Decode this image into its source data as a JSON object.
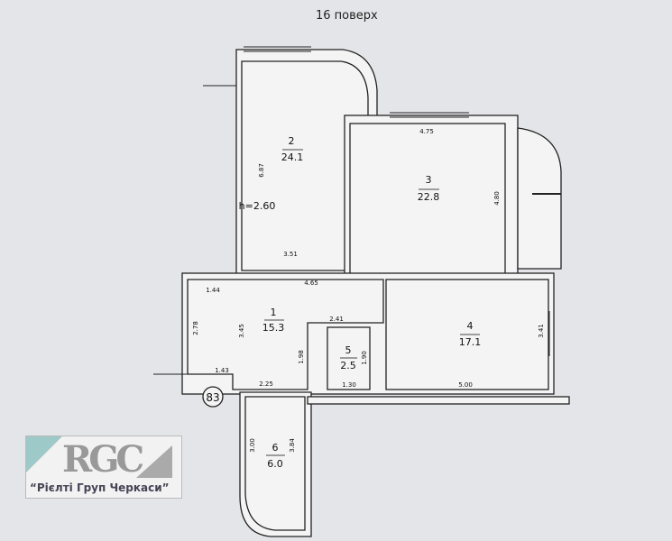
{
  "floor_title": "16 поверх",
  "apartment_number": "83",
  "ceiling_height": "h=2.60",
  "rooms": [
    {
      "number": "1",
      "area": "15.3"
    },
    {
      "number": "2",
      "area": "24.1"
    },
    {
      "number": "3",
      "area": "22.8"
    },
    {
      "number": "4",
      "area": "17.1"
    },
    {
      "number": "5",
      "area": "2.5"
    },
    {
      "number": "6",
      "area": "6.0"
    }
  ],
  "dimensions": {
    "r2_height": "6.87",
    "r2_width": "3.51",
    "r3_width": "4.75",
    "r3_height": "4.80",
    "r1_top": "4.65",
    "r1_left_top": "1.44",
    "r1_left": "2.78",
    "r1_inner": "3.45",
    "r1_corridor": "2.41",
    "r1_corridor_h": "1.98",
    "r1_bottom_left": "1.43",
    "r1_bottom": "2.25",
    "r5_height": "1.90",
    "r5_width": "1.30",
    "r4_width": "5.00",
    "r4_height": "3.41",
    "r6_left": "3.00",
    "r6_right": "3.84"
  },
  "logo": {
    "mark": "RGC",
    "caption": "“Рієлті Груп Черкаси”"
  }
}
